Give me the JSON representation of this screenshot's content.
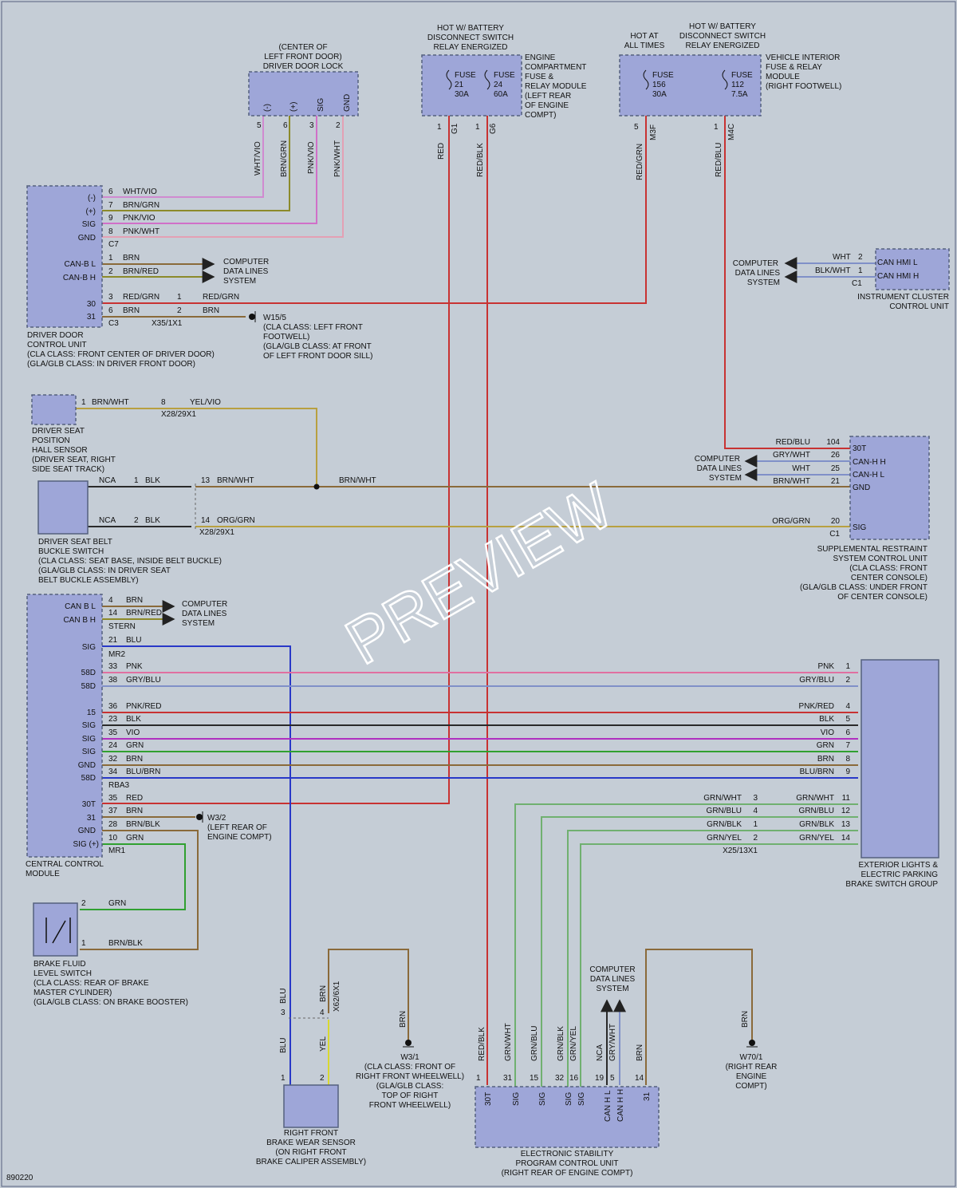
{
  "components": {
    "door_lock": {
      "lines": [
        "(CENTER OF",
        "LEFT FRONT DOOR)",
        "DRIVER DOOR LOCK"
      ],
      "pins": [
        "(-)",
        "(+)",
        "SIG",
        "GND"
      ],
      "pin_nums": [
        "5",
        "6",
        "3",
        "2"
      ]
    },
    "fuse_module": {
      "header": [
        "HOT W/ BATTERY",
        "DISCONNECT SWITCH",
        "RELAY ENERGIZED"
      ],
      "lines": [
        "ENGINE",
        "COMPARTMENT",
        "FUSE &",
        "RELAY MODULE",
        "(LEFT REAR",
        "OF ENGINE",
        "COMPT)"
      ],
      "fuse_a": [
        "FUSE",
        "21",
        "30A"
      ],
      "fuse_b": [
        "FUSE",
        "24",
        "60A"
      ],
      "conn_a": "G1",
      "conn_b": "G6"
    },
    "interior_fuse": {
      "header_a": [
        "HOT AT",
        "ALL TIMES"
      ],
      "header_b": [
        "HOT W/ BATTERY",
        "DISCONNECT SWITCH",
        "RELAY ENERGIZED"
      ],
      "lines": [
        "VEHICLE INTERIOR",
        "FUSE & RELAY",
        "MODULE",
        "(RIGHT FOOTWELL)"
      ],
      "fuse_a": [
        "FUSE",
        "156",
        "30A"
      ],
      "fuse_b": [
        "FUSE",
        "112",
        "7.5A"
      ],
      "conn_a": "M3F",
      "conn_b": "M4C"
    },
    "door_control": {
      "pins": [
        "(-)",
        "(+)",
        "SIG",
        "GND",
        "CAN-B L",
        "CAN-B H",
        "30",
        "31"
      ],
      "lines": [
        "DRIVER DOOR",
        "CONTROL UNIT",
        "(CLA CLASS: FRONT CENTER OF DRIVER DOOR)",
        "(GLA/GLB CLASS: IN DRIVER FRONT DOOR)"
      ],
      "conn_c7": "C7",
      "conn_c3": "C3",
      "conn_x35": "X35/1X1"
    },
    "ground_w155": {
      "lines": [
        "W15/5",
        "(CLA CLASS: LEFT FRONT",
        "FOOTWELL)",
        "(GLA/GLB CLASS: AT FRONT",
        "OF LEFT FRONT DOOR SILL)"
      ]
    },
    "cluster": {
      "pins": [
        "CAN HMI L",
        "CAN HMI H"
      ],
      "lines": [
        "INSTRUMENT CLUSTER",
        "CONTROL UNIT"
      ],
      "conn": "C1"
    },
    "seat_sensor": {
      "lines": [
        "DRIVER SEAT",
        "POSITION",
        "HALL SENSOR",
        "(DRIVER SEAT, RIGHT",
        "SIDE SEAT TRACK)"
      ],
      "conn": "X28/29X1"
    },
    "belt_switch": {
      "lines": [
        "DRIVER SEAT BELT",
        "BUCKLE SWITCH",
        "(CLA CLASS: SEAT BASE, INSIDE BELT BUCKLE)",
        "(GLA/GLB CLASS: IN DRIVER SEAT",
        "BELT BUCKLE ASSEMBLY)"
      ],
      "nca": "NCA",
      "conn": "X28/29X1"
    },
    "srs": {
      "pins": [
        "30T",
        "CAN-H H",
        "CAN-H L",
        "GND",
        "SIG"
      ],
      "lines": [
        "SUPPLEMENTAL RESTRAINT",
        "SYSTEM CONTROL UNIT",
        "(CLA CLASS: FRONT",
        "CENTER CONSOLE)",
        "(GLA/GLB CLASS: UNDER FRONT",
        "OF CENTER CONSOLE)"
      ],
      "conn": "C1"
    },
    "ccm": {
      "pins": [
        "CAN B L",
        "CAN B H",
        "SIG",
        "58D",
        "58D",
        "15",
        "SIG",
        "SIG",
        "SIG",
        "GND",
        "58D",
        "30T",
        "31",
        "GND",
        "SIG (+)"
      ],
      "lines": [
        "CENTRAL CONTROL",
        "MODULE"
      ],
      "conns": [
        "STERN",
        "MR2",
        "RBA3",
        "MR1"
      ]
    },
    "ground_w32": {
      "lines": [
        "W3/2",
        "(LEFT REAR OF",
        "ENGINE COMPT)"
      ]
    },
    "ext_lights": {
      "lines": [
        "EXTERIOR LIGHTS &",
        "ELECTRIC PARKING",
        "BRAKE SWITCH GROUP"
      ],
      "conn": "X25/13X1"
    },
    "brake_fluid": {
      "lines": [
        "BRAKE FLUID",
        "LEVEL SWITCH",
        "(CLA CLASS: REAR OF BRAKE",
        "MASTER CYLINDER)",
        "(GLA/GLB CLASS: ON BRAKE BOOSTER)"
      ]
    },
    "brake_wear": {
      "lines": [
        "RIGHT FRONT",
        "BRAKE WEAR SENSOR",
        "(ON RIGHT FRONT",
        "BRAKE CALIPER ASSEMBLY)"
      ],
      "conn": "X62/6X1"
    },
    "ground_w31": {
      "lines": [
        "W3/1",
        "(CLA CLASS: FRONT OF",
        "RIGHT FRONT WHEELWELL)",
        "(GLA/GLB CLASS:",
        "TOP OF RIGHT",
        "FRONT WHEELWELL)"
      ]
    },
    "esp": {
      "pins": [
        "30T",
        "SIG",
        "SIG",
        "SIG",
        "SIG",
        "CAN H L",
        "CAN H H",
        "31"
      ],
      "lines": [
        "ELECTRONIC STABILITY",
        "PROGRAM CONTROL UNIT",
        "(RIGHT REAR OF ENGINE COMPT)"
      ]
    },
    "ground_w701": {
      "lines": [
        "W70/1",
        "(RIGHT REAR",
        "ENGINE",
        "COMPT)"
      ]
    },
    "computer": [
      "COMPUTER",
      "DATA LINES",
      "SYSTEM"
    ]
  },
  "wires": {
    "dl": [
      "WHT/VIO",
      "BRN/GRN",
      "PNK/VIO",
      "PNK/WHT"
    ],
    "dl_pins": [
      "6",
      "7",
      "9",
      "8"
    ],
    "can_door": [
      "BRN",
      "BRN/RED"
    ],
    "can_door_pins": [
      "1",
      "2"
    ],
    "pwr_door": [
      "RED/GRN",
      "BRN"
    ],
    "pwr_door_pins": [
      "3",
      "6"
    ],
    "pwr_door_out": [
      "RED/GRN",
      "BRN"
    ],
    "pwr_door_out_pins": [
      "1",
      "2"
    ],
    "fuse_out": [
      "RED",
      "RED/BLK",
      "RED/GRN",
      "RED/BLU"
    ],
    "fuse_pins": [
      "1",
      "1",
      "5",
      "1"
    ],
    "cluster": [
      "WHT",
      "BLK/WHT"
    ],
    "cluster_pins": [
      "2",
      "1"
    ],
    "seat": {
      "w1": "BRN/WHT",
      "w2": "YEL/VIO",
      "p1": "1",
      "p2": "8"
    },
    "belt": {
      "w1": "BLK",
      "w2": "BRN/WHT",
      "w3": "BLK",
      "w4": "ORG/GRN",
      "p1": "1",
      "p2": "13",
      "p3": "2",
      "p4": "14",
      "splice": "BRN/WHT"
    },
    "srs": [
      "RED/BLU",
      "GRY/WHT",
      "WHT",
      "BRN/WHT",
      "ORG/GRN"
    ],
    "srs_pins": [
      "104",
      "26",
      "25",
      "21",
      "20"
    ],
    "ccm_can": [
      "BRN",
      "BRN/RED"
    ],
    "ccm_can_pins": [
      "4",
      "14"
    ],
    "ccm": [
      "BLU",
      "PNK",
      "GRY/BLU",
      "PNK/RED",
      "BLK",
      "VIO",
      "GRN",
      "BRN",
      "BLU/BRN",
      "RED",
      "BRN",
      "BRN/BLK",
      "GRN"
    ],
    "ccm_pins": [
      "21",
      "33",
      "38",
      "36",
      "23",
      "35",
      "24",
      "32",
      "34",
      "35",
      "37",
      "28",
      "10"
    ],
    "ext_left": [
      "GRN/WHT",
      "GRN/BLU",
      "GRN/BLK",
      "GRN/YEL"
    ],
    "ext_left_pins": [
      "3",
      "4",
      "1",
      "2"
    ],
    "ext_right": [
      "PNK",
      "GRY/BLU",
      "PNK/RED",
      "BLK",
      "VIO",
      "GRN",
      "BRN",
      "BLU/BRN",
      "GRN/WHT",
      "GRN/BLU",
      "GRN/BLK",
      "GRN/YEL"
    ],
    "ext_right_pins": [
      "1",
      "2",
      "4",
      "5",
      "6",
      "7",
      "8",
      "9",
      "11",
      "12",
      "13",
      "14"
    ],
    "brake_fluid": [
      "GRN",
      "BRN/BLK"
    ],
    "brake_fluid_pins": [
      "2",
      "1"
    ],
    "brake_wear": [
      "BLU",
      "BRN",
      "BLU",
      "YEL",
      "BRN"
    ],
    "brake_wear_pins": [
      "3",
      "4",
      "1",
      "2"
    ],
    "esp": [
      "RED/BLK",
      "GRN/WHT",
      "GRN/BLU",
      "GRN/BLK",
      "GRN/YEL",
      "NCA",
      "GRY/WHT",
      "BRN",
      "BRN"
    ],
    "esp_pins": [
      "1",
      "31",
      "15",
      "32",
      "16",
      "19",
      "5",
      "14"
    ]
  },
  "colors": {
    "wht_vio": "#d08ad0",
    "brn_grn": "#8c8a2a",
    "pnk_vio": "#d070c8",
    "pnk_wht": "#e4a0b4",
    "brn": "#8a6a3a",
    "red": "#c83232",
    "blu": "#2838c8",
    "grn": "#30a030",
    "pnk": "#e070a0",
    "gry_blu": "#8090c8",
    "vio": "#b030c0",
    "blk": "#2a2a2a",
    "yel": "#d8d830",
    "org_grn": "#b8a040",
    "grn_wht": "#70b070"
  },
  "footer": "890220",
  "watermark": "PREVIEW"
}
